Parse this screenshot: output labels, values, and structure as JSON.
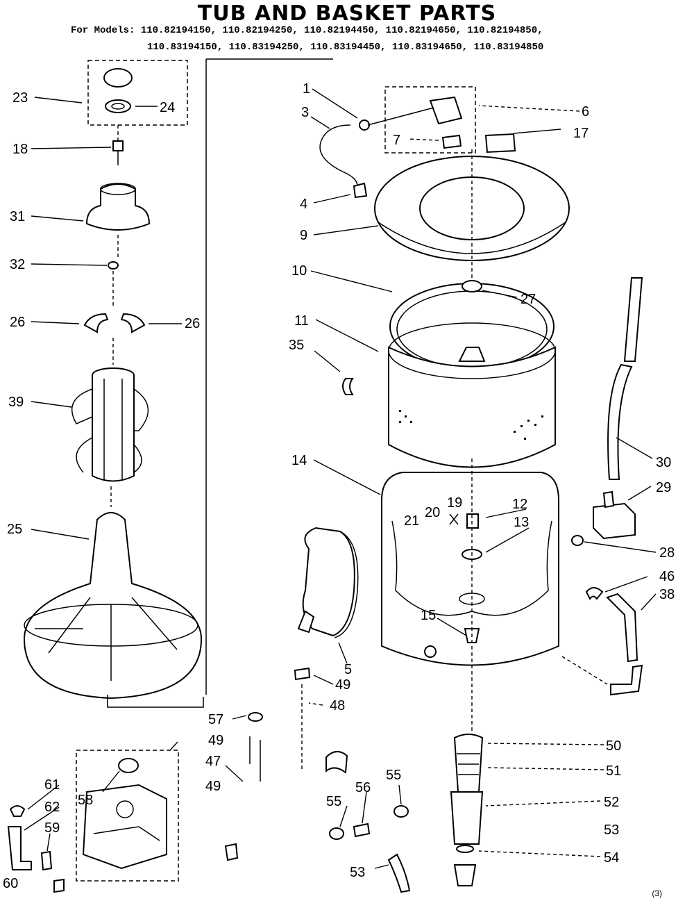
{
  "title": "TUB AND BASKET PARTS",
  "models_line1": "For Models: 110.82194150, 110.82194250, 110.82194450, 110.82194650, 110.82194850,",
  "models_line2": "110.83194150, 110.83194250, 110.83194450, 110.83194650, 110.83194850",
  "footer_code": "(3)",
  "labels": {
    "p1": "1",
    "p3": "3",
    "p4": "4",
    "p5": "5",
    "p6": "6",
    "p7": "7",
    "p9": "9",
    "p10": "10",
    "p11": "11",
    "p12": "12",
    "p13": "13",
    "p14": "14",
    "p15": "15",
    "p17": "17",
    "p18": "18",
    "p19": "19",
    "p20": "20",
    "p21": "21",
    "p23": "23",
    "p24": "24",
    "p25": "25",
    "p26a": "26",
    "p26b": "26",
    "p27": "27",
    "p28": "28",
    "p29": "29",
    "p30": "30",
    "p31": "31",
    "p32": "32",
    "p35": "35",
    "p38": "38",
    "p39": "39",
    "p46": "46",
    "p47": "47",
    "p48": "48",
    "p49a": "49",
    "p49b": "49",
    "p49c": "49",
    "p50": "50",
    "p51": "51",
    "p52": "52",
    "p53a": "53",
    "p53b": "53",
    "p54": "54",
    "p55a": "55",
    "p55b": "55",
    "p56": "56",
    "p57": "57",
    "p58": "58",
    "p59": "59",
    "p60": "60",
    "p61": "61",
    "p62": "62"
  }
}
